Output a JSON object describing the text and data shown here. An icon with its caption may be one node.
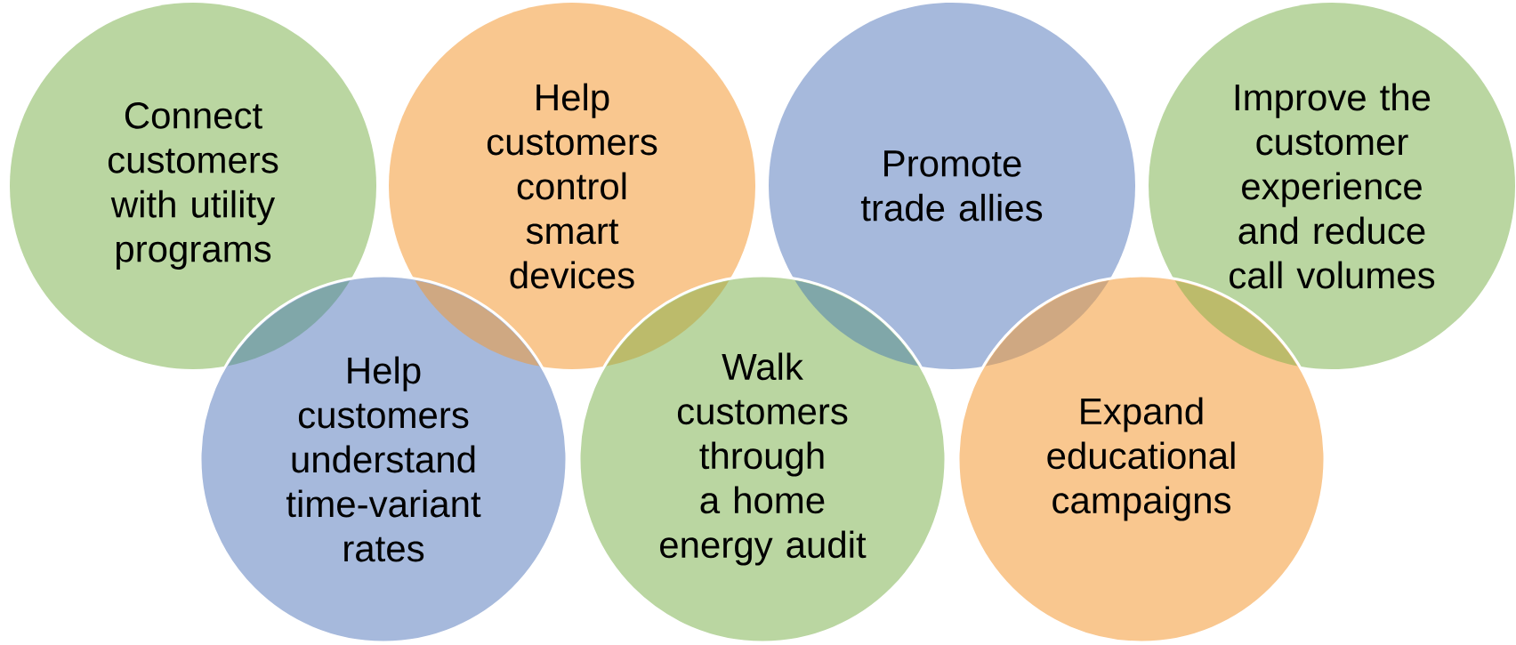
{
  "diagram": {
    "nodes": [
      {
        "text": [
          "Connect customers with utility programs"
        ]
      },
      {
        "text": [
          "Help customers control smart devices"
        ]
      },
      {
        "text": [
          "Promote trade allies"
        ]
      },
      {
        "text": [
          "Improve the customer experience and reduce call volumes"
        ]
      },
      {
        "text": [
          "Help customers understand time-variant rates"
        ]
      },
      {
        "text": [
          "Walk customers through a home energy audit"
        ]
      },
      {
        "text": [
          "Expand educational campaigns"
        ]
      }
    ]
  }
}
